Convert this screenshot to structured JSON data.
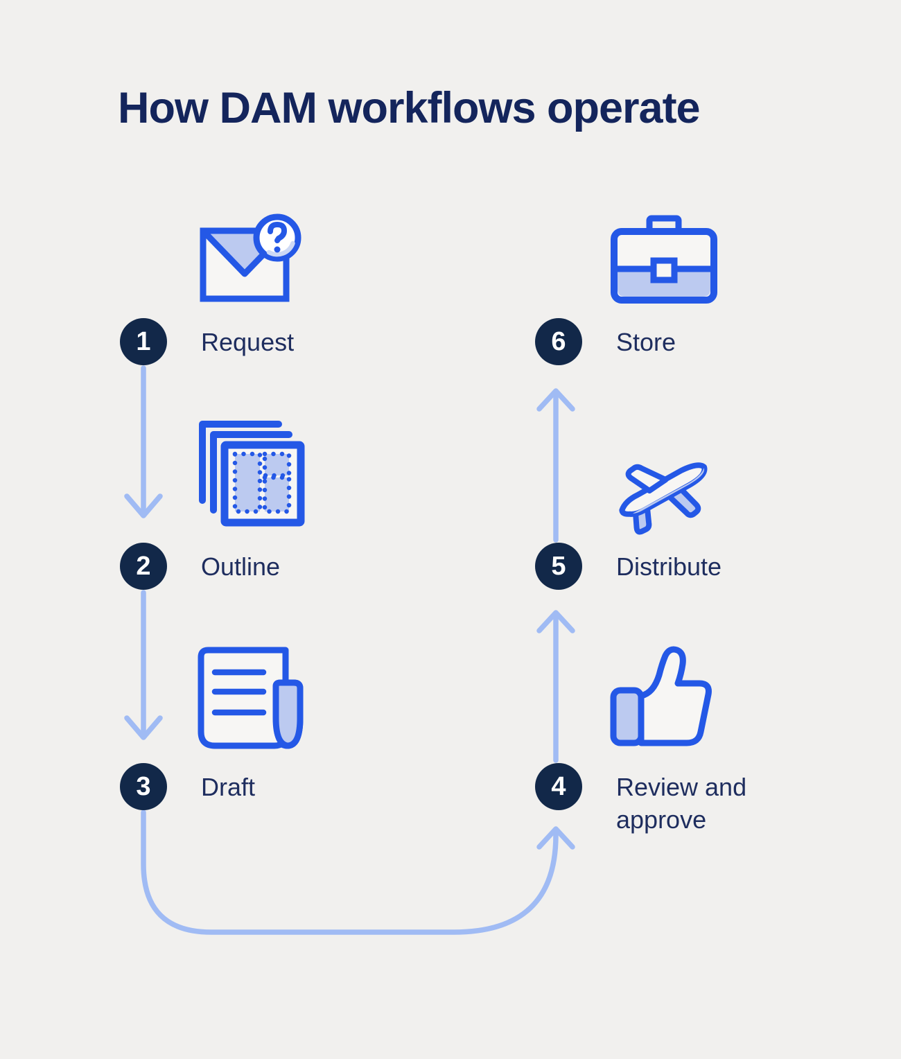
{
  "title": "How DAM workflows operate",
  "colors": {
    "background": "#f1f0ee",
    "icon_stroke_blue": "#2458e6",
    "icon_fill_light_blue": "#bccaf0",
    "arrow_light_blue": "#a0bbf4",
    "number_circle_navy": "#122849",
    "text_navy": "#1e2d5e",
    "title_navy": "#14255c"
  },
  "steps": [
    {
      "number": "1",
      "label": "Request",
      "icon": "envelope-question-icon"
    },
    {
      "number": "2",
      "label": "Outline",
      "icon": "layout-pages-icon"
    },
    {
      "number": "3",
      "label": "Draft",
      "icon": "document-lines-icon"
    },
    {
      "number": "4",
      "label": "Review and approve",
      "icon": "thumbs-up-icon"
    },
    {
      "number": "5",
      "label": "Distribute",
      "icon": "airplane-icon"
    },
    {
      "number": "6",
      "label": "Store",
      "icon": "briefcase-icon"
    }
  ],
  "flow": {
    "direction": "1→2→3→4→5→6",
    "arrow_style": "light blue thin lines with open chevron heads"
  }
}
